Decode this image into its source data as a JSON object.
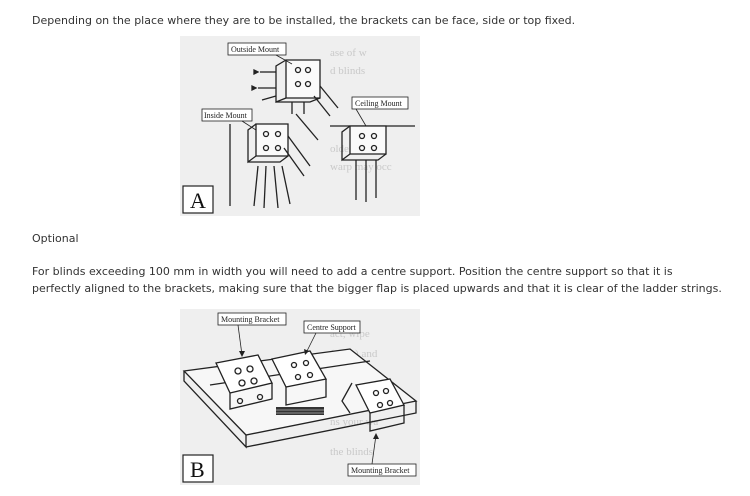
{
  "intro_text": "Depending on the place where they are to be installed, the brackets can be face, side or top fixed.",
  "figure_a": {
    "letter": "A",
    "labels": {
      "outside": "Outside Mount",
      "inside": "Inside Mount",
      "ceiling": "Ceiling Mount"
    }
  },
  "optional_heading": "Optional",
  "support_text": "For blinds exceeding 100 mm in width you will need to add a centre support. Position the centre support so that it is perfectly aligned to the brackets, making sure that the bigger flap is placed upwards and that it is clear of the ladder strings.",
  "figure_b": {
    "letter": "B",
    "labels": {
      "bracket_top": "Mounting Bracket",
      "centre": "Centre Support",
      "bracket_bottom": "Mounting Bracket"
    }
  }
}
